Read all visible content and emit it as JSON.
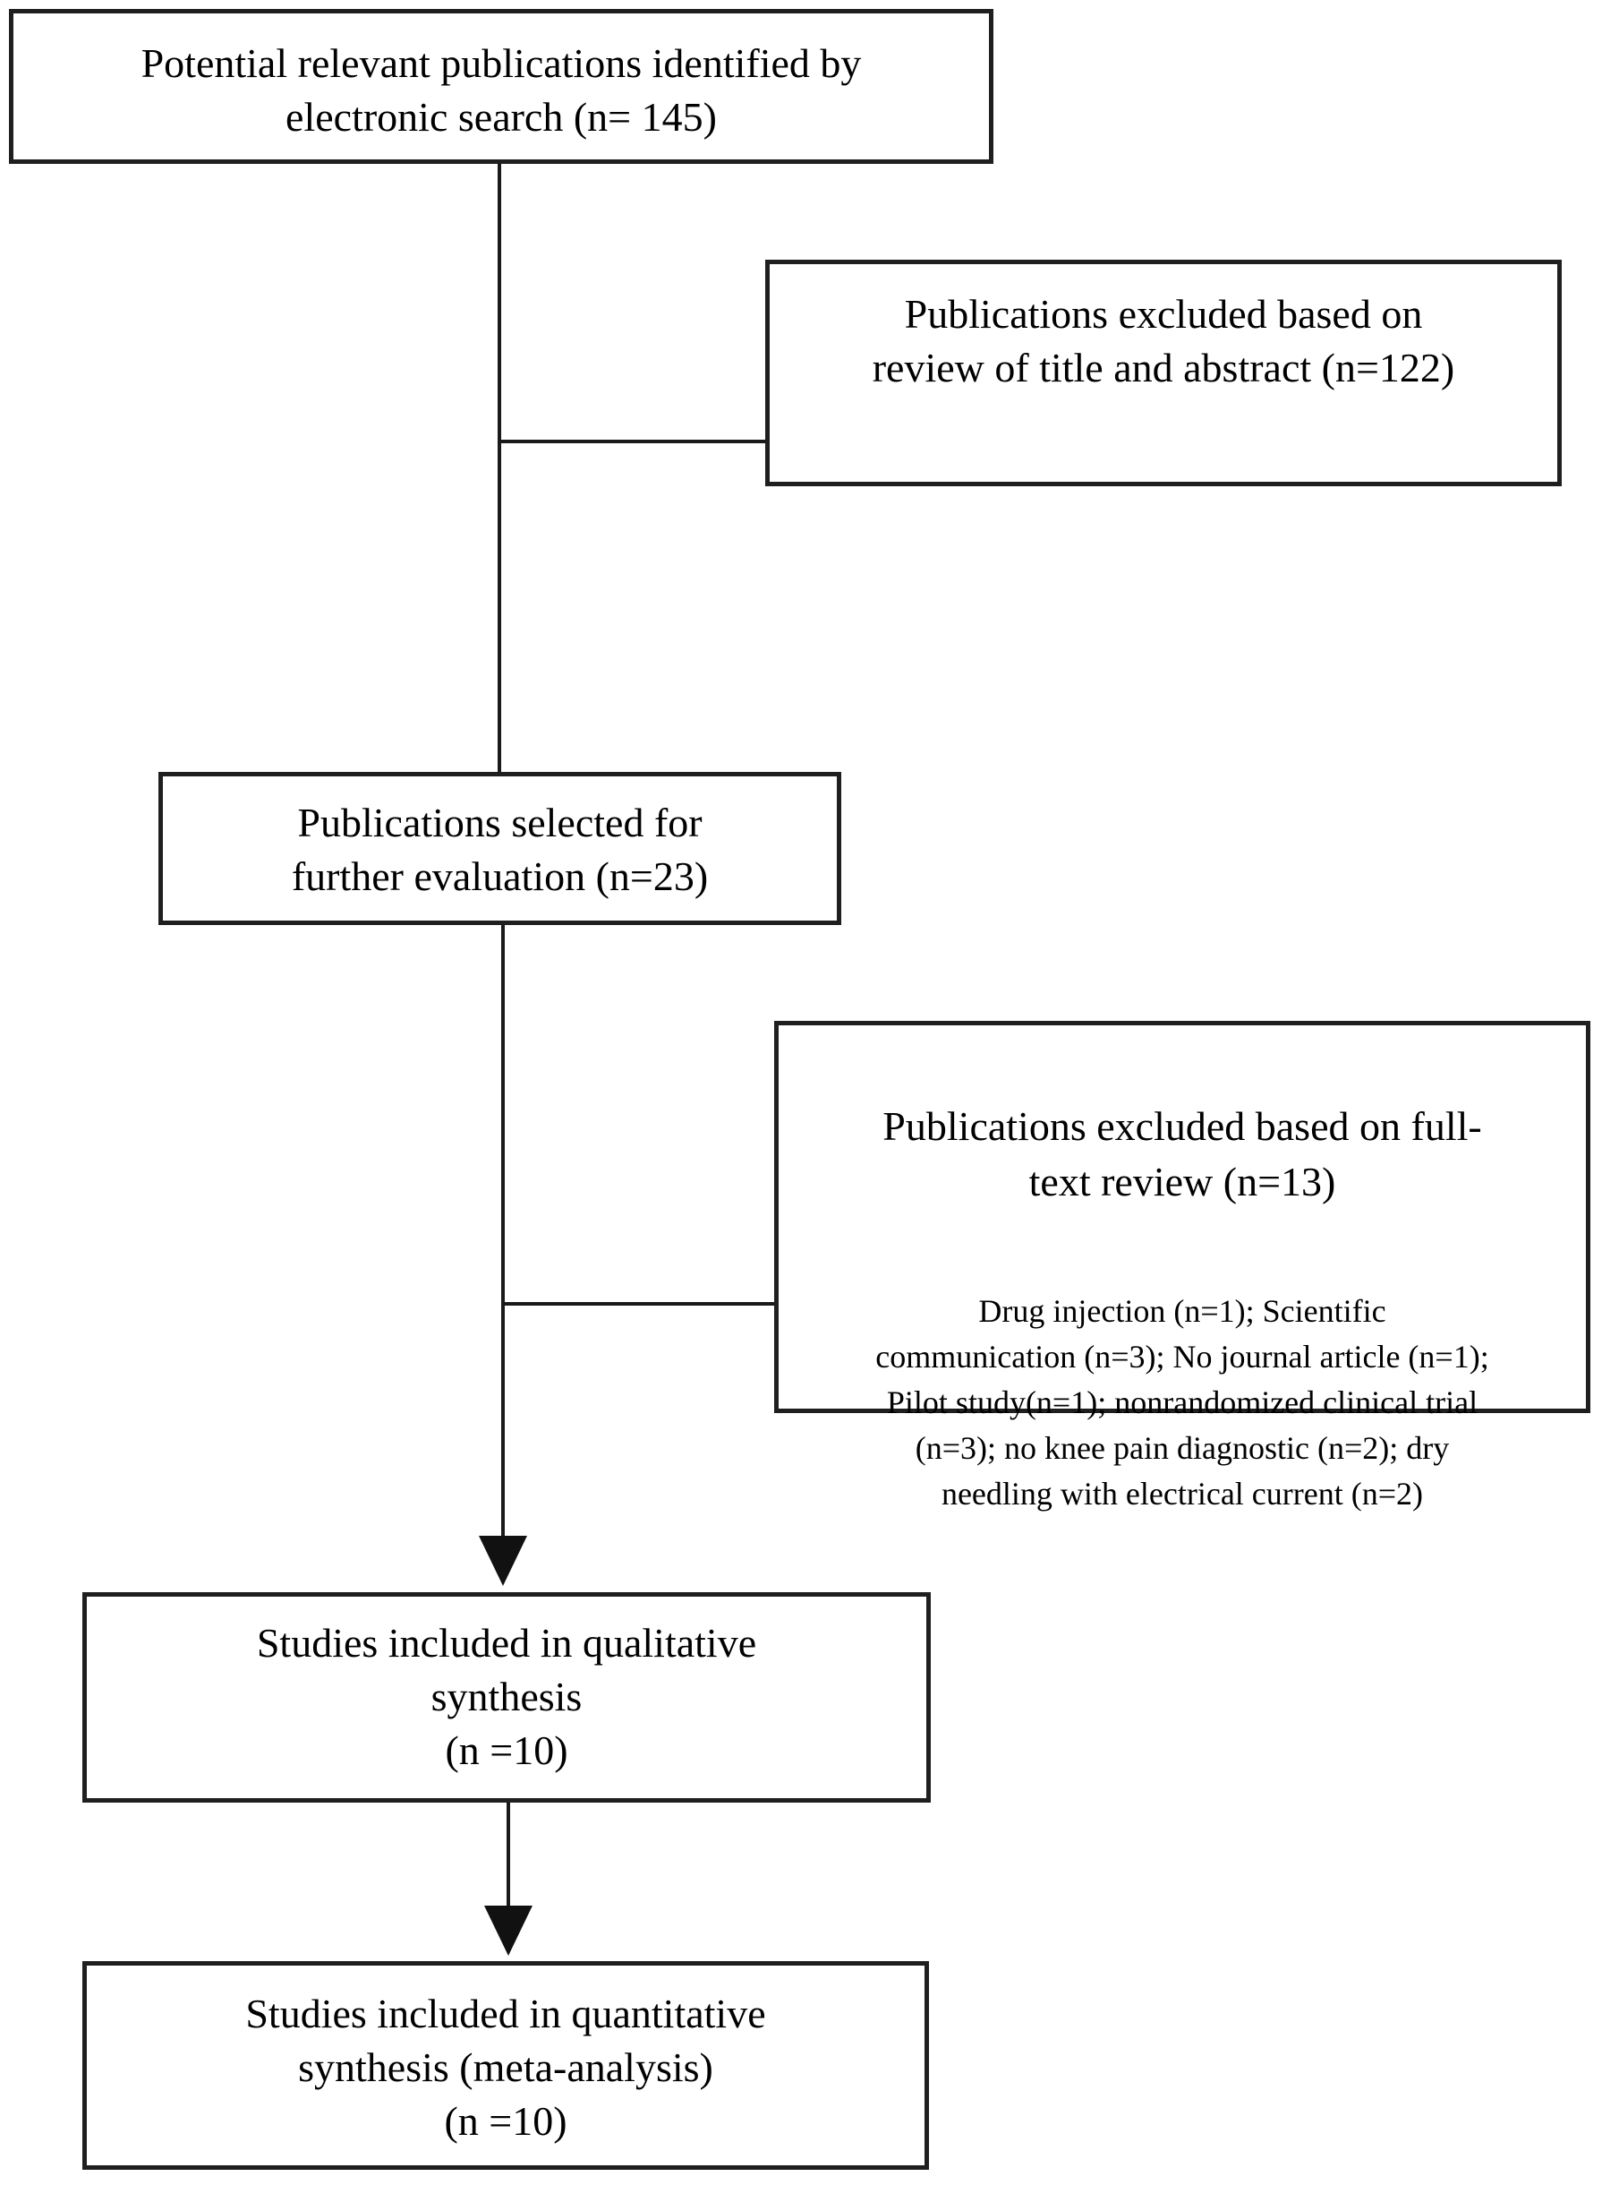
{
  "diagram": {
    "type": "prisma-flowchart",
    "colors": {
      "background": "#ffffff",
      "border": "#1f1f1f",
      "text": "#000000",
      "line": "#1a1a1a"
    },
    "boxes": {
      "identified": {
        "text": "Potential relevant publications identified by\nelectronic search (n= 145)"
      },
      "excluded_title_abstract": {
        "text": "Publications excluded based on\nreview of title and abstract (n=122)"
      },
      "selected": {
        "text": "Publications selected for\nfurther evaluation (n=23)"
      },
      "excluded_fulltext": {
        "title": "Publications excluded based on full-\ntext review (n=13)",
        "detail": "Drug injection (n=1); Scientific\ncommunication (n=3); No journal article (n=1);\nPilot study(n=1); nonrandomized clinical trial\n(n=3); no knee pain diagnostic (n=2); dry\nneedling with electrical current (n=2)"
      },
      "qualitative": {
        "text": "Studies included in qualitative\nsynthesis\n(n =10)"
      },
      "quantitative": {
        "text": "Studies included in quantitative\nsynthesis (meta-analysis)\n(n =10)"
      }
    }
  }
}
